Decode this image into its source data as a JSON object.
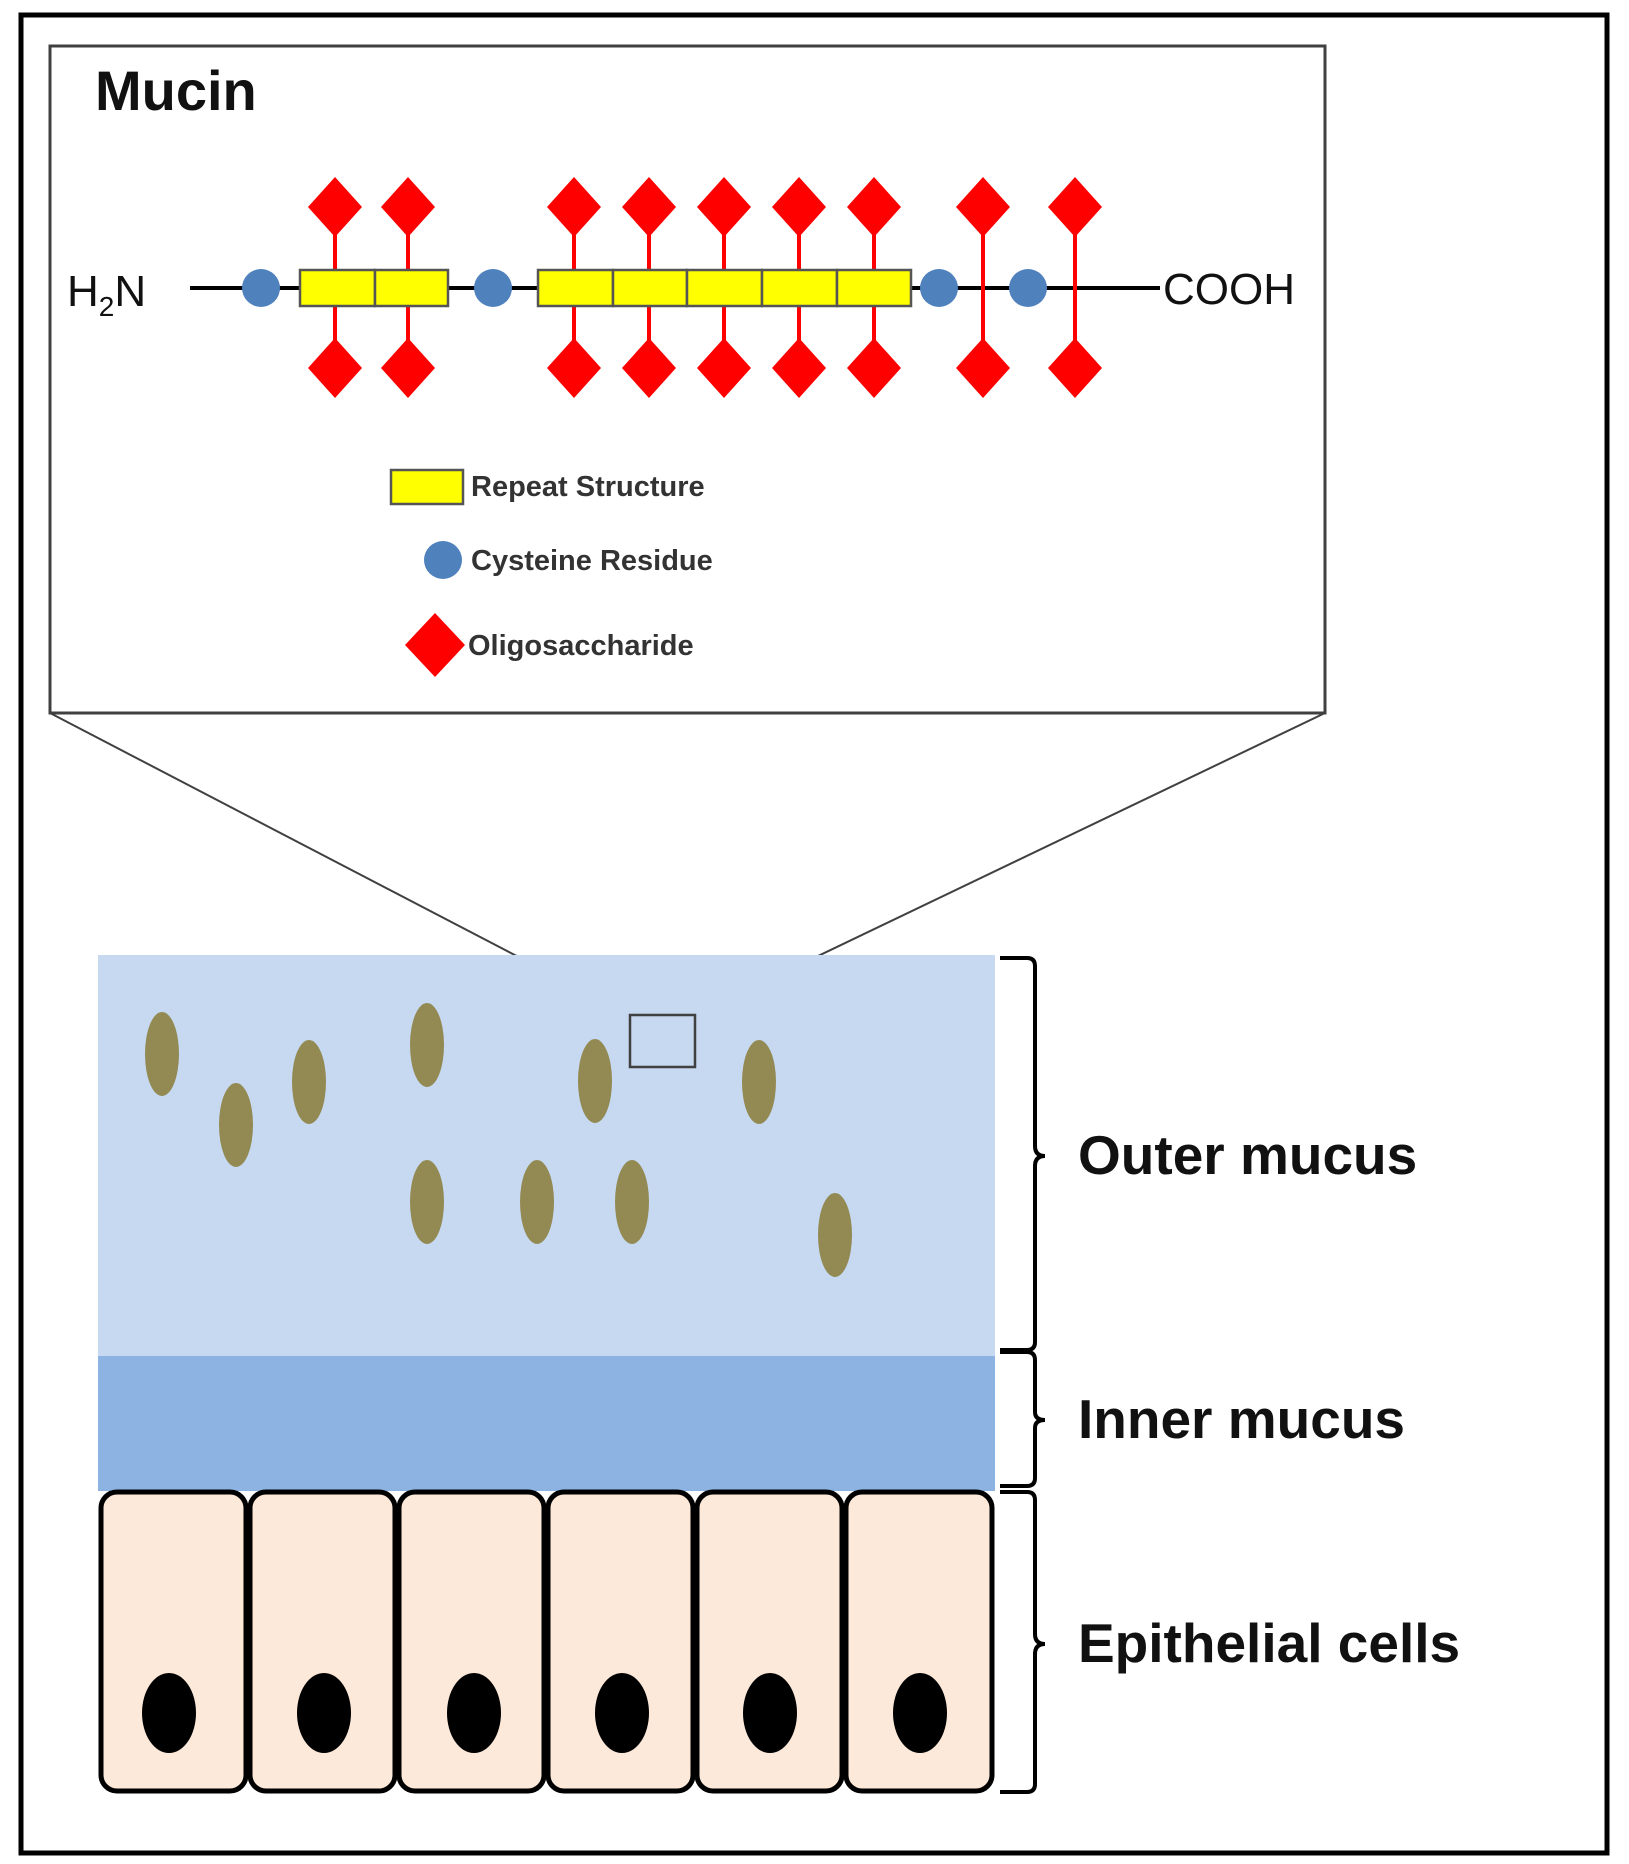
{
  "inset": {
    "title": "Mucin",
    "n_terminus": "H",
    "n_terminus_sub": "2",
    "n_terminus_suffix": "N",
    "c_terminus": "COOH",
    "legend": [
      {
        "icon": "repeat-structure-rect",
        "label": "Repeat Structure"
      },
      {
        "icon": "cysteine-residue-circle",
        "label": "Cysteine Residue"
      },
      {
        "icon": "oligosaccharide-diamond",
        "label": "Oligosaccharide"
      }
    ]
  },
  "layers": {
    "outer_mucus": "Outer mucus",
    "inner_mucus": "Inner mucus",
    "epithelial_cells": "Epithelial cells"
  },
  "colors": {
    "repeat_structure": "#ffff00",
    "cysteine_residue": "#4f81bd",
    "oligosaccharide": "#ff0000",
    "outer_mucus": "#c6d9f0",
    "inner_mucus": "#8db3e2",
    "epithelial_cell": "#fde9d9",
    "bacteria": "#938953",
    "nucleus": "#000000"
  }
}
